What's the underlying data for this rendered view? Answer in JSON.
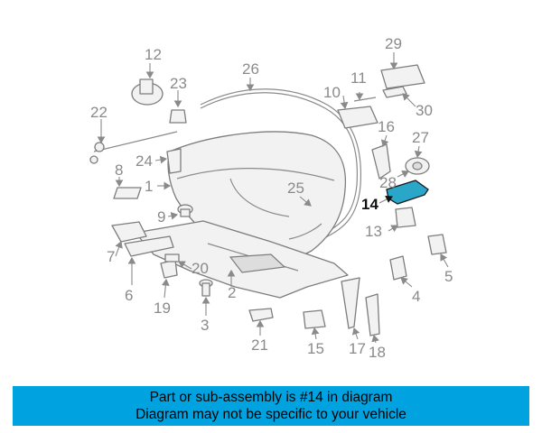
{
  "highlight": {
    "callout": "14",
    "color": "#2aa6c9"
  },
  "callouts": [
    "1",
    "2",
    "3",
    "4",
    "5",
    "6",
    "7",
    "8",
    "9",
    "10",
    "11",
    "12",
    "13",
    "14",
    "15",
    "16",
    "17",
    "18",
    "19",
    "20",
    "21",
    "22",
    "23",
    "24",
    "25",
    "26",
    "27",
    "28",
    "29",
    "30"
  ],
  "banner": {
    "line1": "Part or sub-assembly is #14 in diagram",
    "line2": "Diagram may not be specific to your vehicle",
    "background": "#00a3e0"
  }
}
